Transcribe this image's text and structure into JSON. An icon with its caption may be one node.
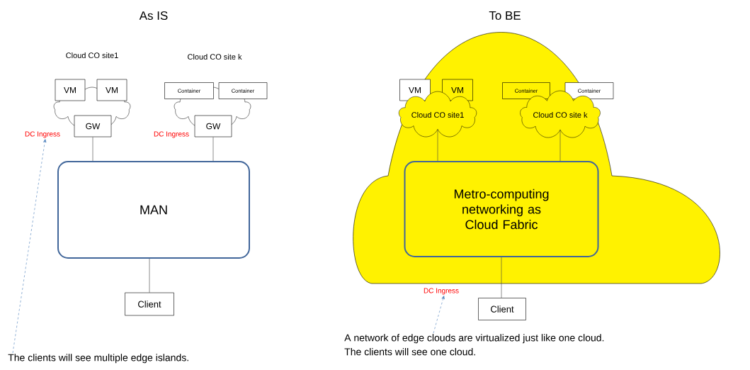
{
  "diagram": {
    "nodes": [
      {
        "text": [],
        "shape": "cloud"
      },
      {
        "text": [
          "VM"
        ]
      },
      {
        "text": [
          "VM"
        ]
      },
      {
        "text": [
          "GW"
        ]
      },
      {
        "text": [],
        "shape": "cloud"
      },
      {
        "text": [
          "Container"
        ]
      },
      {
        "text": [
          "Container"
        ]
      },
      {
        "text": [
          "GW"
        ]
      },
      {
        "text": [
          "MAN"
        ]
      },
      {
        "text": [
          "Client"
        ]
      },
      {
        "text": [
          "DC Ingress"
        ]
      },
      {
        "text": [
          "The clients will see multiple edge islands."
        ]
      },
      {
        "text": [],
        "shape": "cloud"
      },
      {
        "text": [
          "VM"
        ]
      },
      {
        "text": [
          "VM"
        ],
        "in": 12
      },
      {
        "text": [
          "Container"
        ],
        "in": 12
      },
      {
        "text": [
          "Container"
        ]
      },
      {
        "text": [
          "Cloud CO site1"
        ],
        "in": 12
      },
      {
        "text": [
          "Cloud CO site k"
        ],
        "in": 12
      },
      {
        "text": [
          "Metro-computing networking as Cloud Fabric"
        ],
        "in": 12
      },
      {
        "text": [
          "Client"
        ]
      },
      {
        "text": [
          "DC Ingress"
        ]
      },
      {
        "text": [
          "A network of edge clouds are virtualized just like one cloud.",
          "The clients will see one cloud."
        ]
      }
    ],
    "edges": [
      {
        "from": 3,
        "to": 8,
        "arrow": "none"
      },
      {
        "from": 7,
        "to": 8,
        "arrow": "none"
      },
      {
        "from": 8,
        "to": 9,
        "arrow": "none"
      },
      {
        "from": 11,
        "to": 10,
        "arrow": "to",
        "style": "dashed",
        "color": "#4a7ebb"
      },
      {
        "from": 17,
        "to": 19,
        "arrow": "none"
      },
      {
        "from": 18,
        "to": 19,
        "arrow": "none"
      },
      {
        "from": 19,
        "to": 20,
        "arrow": "none"
      },
      {
        "from": 22,
        "to": 21,
        "arrow": "to",
        "style": "dashed",
        "color": "#4a7ebb"
      }
    ],
    "labels": [
      "As IS",
      "To BE",
      "Cloud CO site1",
      "Cloud CO site k",
      "DC Ingress"
    ]
  }
}
